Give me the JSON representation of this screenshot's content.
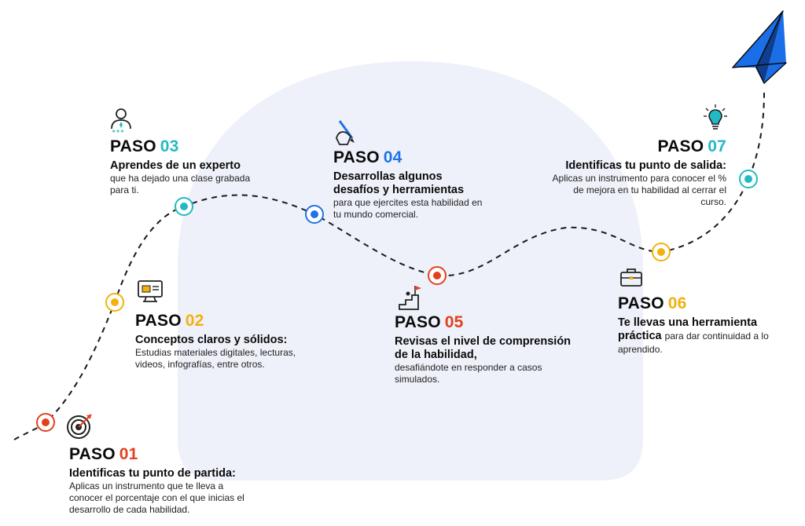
{
  "colors": {
    "step01": "#e2411d",
    "step02": "#f2b10e",
    "step03": "#23b9c4",
    "step04": "#1f73e6",
    "step05": "#e2411d",
    "step06": "#f2b10e",
    "step07": "#23b9c4",
    "blob": "#eef1f9",
    "plane": "#1a6fe8",
    "path": "#1a1a1a"
  },
  "steps": [
    {
      "word": "PASO",
      "number": "01",
      "heading": "Identificas tu punto de partida:",
      "body": "Aplicas un instrumento que te lleva a conocer el porcentaje con el que inicias el desarrollo de cada habilidad.",
      "icon": "target-arrow-icon"
    },
    {
      "word": "PASO",
      "number": "02",
      "heading": "Conceptos claros y sólidos:",
      "body": "Estudias materiales digitales, lecturas, videos, infografías, entre otros.",
      "icon": "computer-folder-icon"
    },
    {
      "word": "PASO",
      "number": "03",
      "heading": "Aprendes de un experto",
      "body": "que ha dejado una clase grabada para ti.",
      "icon": "expert-person-icon"
    },
    {
      "word": "PASO",
      "number": "04",
      "heading": "Desarrollas algunos desafíos y herramientas",
      "body": "para que ejercites esta habilidad en tu mundo comercial.",
      "icon": "hand-pen-icon"
    },
    {
      "word": "PASO",
      "number": "05",
      "heading": "Revisas el nivel de comprensión de la habilidad,",
      "body": "desafiándote en responder a casos simulados.",
      "icon": "stairs-flag-icon"
    },
    {
      "word": "PASO",
      "number": "06",
      "heading": "Te llevas una herramienta práctica",
      "body": "para dar continuidad a lo aprendido.",
      "icon": "briefcase-icon"
    },
    {
      "word": "PASO",
      "number": "07",
      "heading": "Identificas tu punto de salida:",
      "body": "Aplicas un instrumento para conocer el % de mejora en tu habilidad al cerrar el curso.",
      "icon": "lightbulb-icon"
    }
  ]
}
